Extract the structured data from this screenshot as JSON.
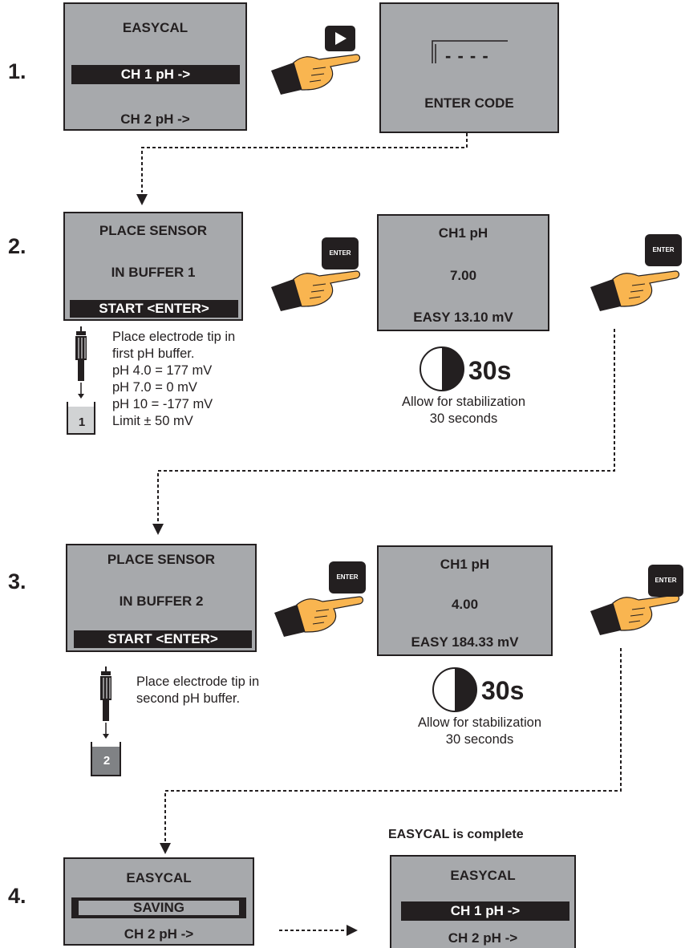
{
  "steps": [
    "1.",
    "2.",
    "3.",
    "4."
  ],
  "row1": {
    "menu": {
      "title": "EASYCAL",
      "selected": "CH 1 pH ->",
      "item2": "CH 2 pH ->"
    },
    "code": {
      "mask": "- - - -",
      "label": "ENTER CODE"
    }
  },
  "row2": {
    "place": {
      "line1": "PLACE SENSOR",
      "line2": "IN BUFFER 1",
      "action": "START <ENTER>"
    },
    "reading": {
      "channel": "CH1  pH",
      "value": "7.00",
      "status": "EASY 13.10 mV"
    },
    "key_label": "ENTER",
    "timer": "30s",
    "stabilize": [
      "Allow for stabilization",
      "30 seconds"
    ],
    "beaker": "1",
    "instructions": [
      "Place electrode tip in",
      "first pH buffer.",
      "pH 4.0 = 177 mV",
      "pH 7.0 = 0 mV",
      "pH 10 = -177 mV",
      "Limit ± 50 mV"
    ]
  },
  "row3": {
    "place": {
      "line1": "PLACE SENSOR",
      "line2": "IN BUFFER 2",
      "action": "START <ENTER>"
    },
    "reading": {
      "channel": "CH1  pH",
      "value": "4.00",
      "status": "EASY 184.33 mV"
    },
    "key_label": "ENTER",
    "timer": "30s",
    "stabilize": [
      "Allow for stabilization",
      "30 seconds"
    ],
    "beaker": "2",
    "instructions": [
      "Place electrode tip in",
      "second pH buffer."
    ]
  },
  "row4": {
    "saving": {
      "title": "EASYCAL",
      "progress": "SAVING",
      "item2": "CH 2 pH ->"
    },
    "complete_label": "EASYCAL is complete",
    "final": {
      "title": "EASYCAL",
      "selected": "CH 1 pH ->",
      "item2": "CH 2 pH ->"
    }
  },
  "colors": {
    "screen": "#a7a9ac",
    "ink": "#231f20",
    "skin": "#f9b550",
    "cuff": "#231f20"
  },
  "icons": [
    "pointing-hand-icon",
    "arrow-key-icon",
    "enter-key-icon",
    "timer-half-circle-icon",
    "ph-electrode-icon",
    "buffer-beaker-icon"
  ]
}
